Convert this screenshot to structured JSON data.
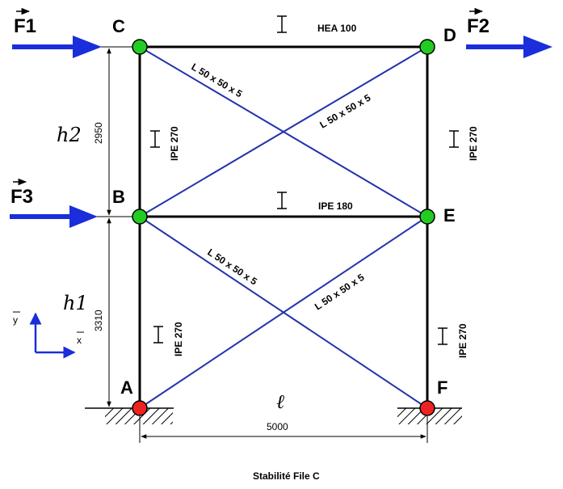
{
  "nodes": {
    "A": "A",
    "B": "B",
    "C": "C",
    "D": "D",
    "E": "E",
    "F": "F"
  },
  "forces": {
    "f1": "F1",
    "f2": "F2",
    "f3": "F3"
  },
  "sections": {
    "top_beam": "HEA 100",
    "mid_beam": "IPE 180",
    "column_left_upper": "IPE 270",
    "column_right_upper": "IPE 270",
    "column_left_lower": "IPE 270",
    "column_right_lower": "IPE 270",
    "brace_upper_cd": "L 50 x 50 x 5",
    "brace_upper_bd": "L 50 x 50 x 5",
    "brace_lower_be": "L 50 x 50 x 5",
    "brace_lower_ae": "L 50 x 50 x 5"
  },
  "dimensions": {
    "h2_value": "2950",
    "h1_value": "3310",
    "span_value": "5000",
    "h2_symbol": "h2",
    "h1_symbol": "h1",
    "span_symbol": "ℓ"
  },
  "axes": {
    "y": "y",
    "x": "x"
  },
  "caption": "Stabilité File C",
  "colors": {
    "node_free": "#22cc22",
    "node_support": "#ee2222",
    "brace": "#2233aa",
    "force_arrow": "#1a2edb",
    "frame": "#000000"
  }
}
